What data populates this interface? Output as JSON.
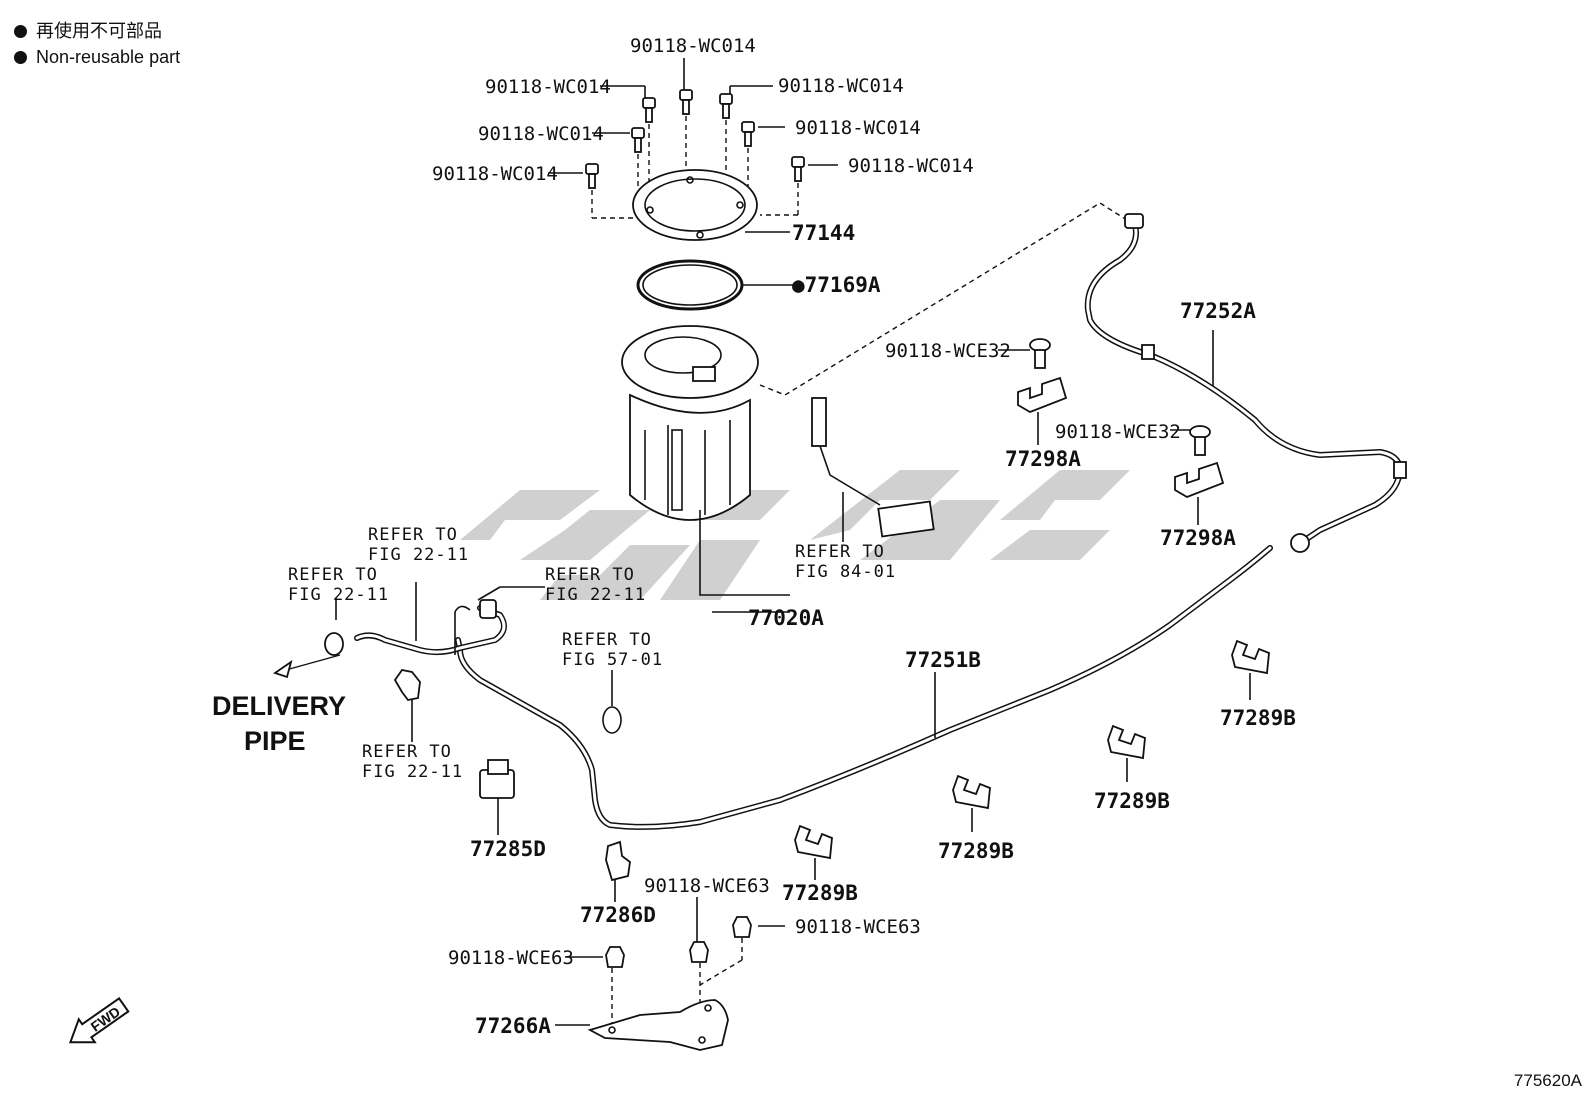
{
  "legend": [
    {
      "text": "再使用不可部品"
    },
    {
      "text": "Non-reusable part"
    }
  ],
  "figure_code": "775620A",
  "watermark": "SCSC",
  "fwd_label": "FWD",
  "delivery_pipe": {
    "line1": "DELIVERY",
    "line2": "PIPE"
  },
  "parts": {
    "bolt_wc014": "90118-WC014",
    "ring_77144": "77144",
    "gasket_77169a": "●77169A",
    "pump_77020a": "77020A",
    "tube_77252a": "77252A",
    "bolt_wce32": "90118-WCE32",
    "clamp_77298a": "77298A",
    "tube_77251b": "77251B",
    "clamp_77289b": "77289B",
    "clamp_77285d": "77285D",
    "clamp_77286d": "77286D",
    "clip_wce63": "90118-WCE63",
    "protector_77266a": "77266A"
  },
  "refs": {
    "refer_to": "REFER TO",
    "fig_22_11": "FIG 22-11",
    "fig_57_01": "FIG 57-01",
    "fig_84_01": "FIG 84-01"
  }
}
